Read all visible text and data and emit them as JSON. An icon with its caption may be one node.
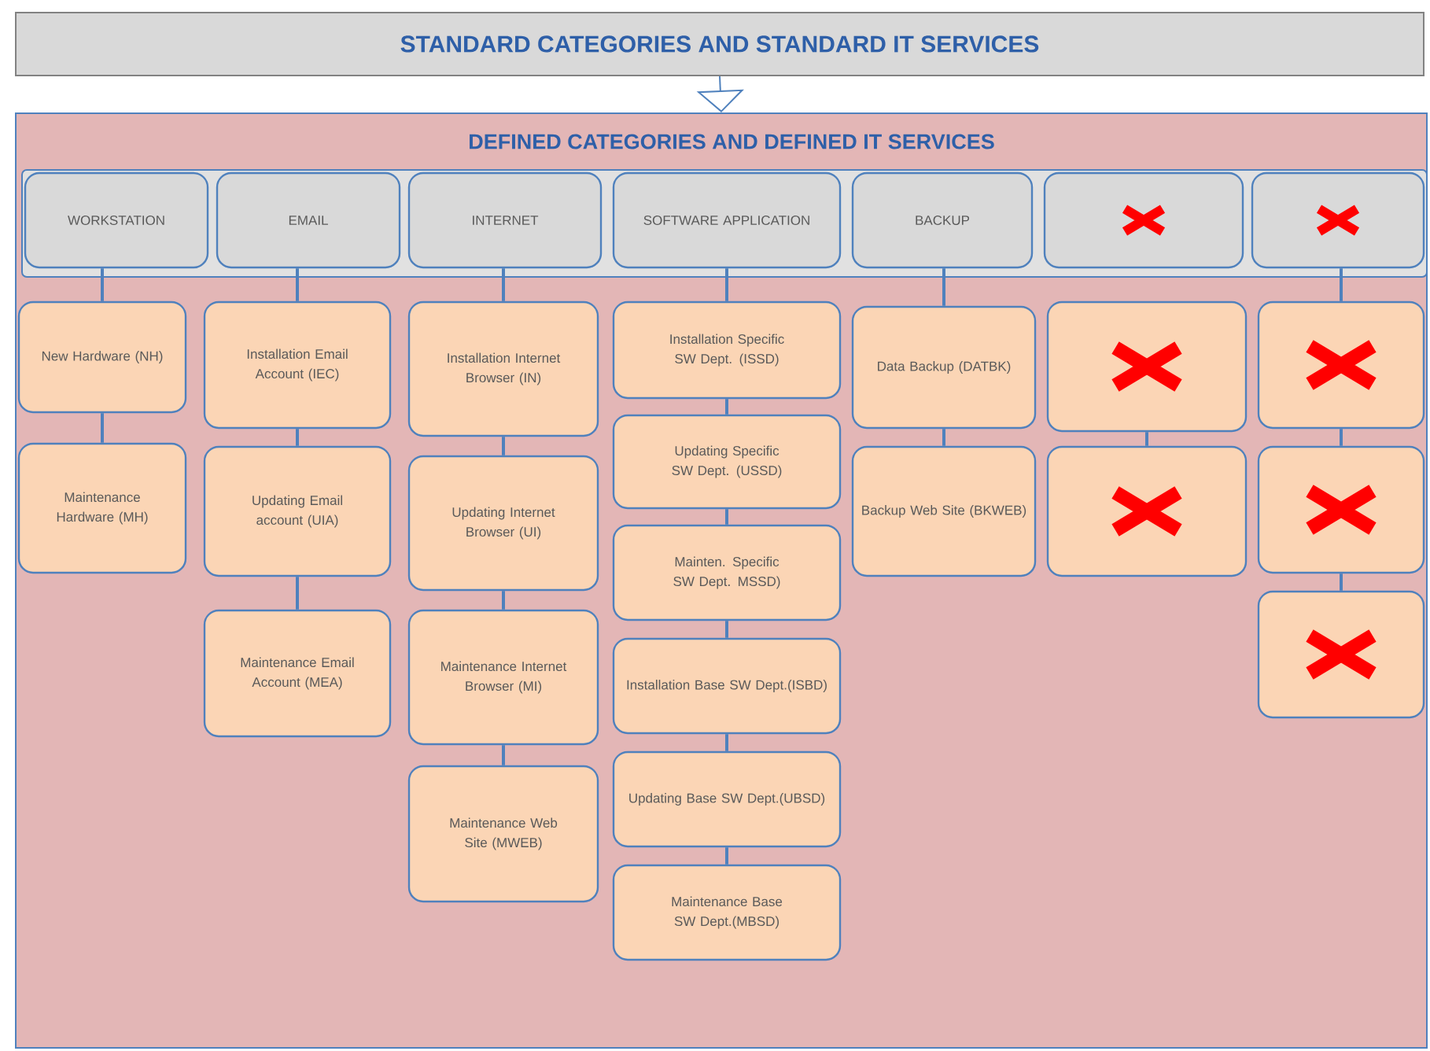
{
  "diagram": {
    "nodes": [
      {
        "text": [
          "STANDARD CATEGORIES AND STANDARD IT SERVICES"
        ]
      },
      {
        "text": [
          "DEFINED CATEGORIES AND DEFINED IT SERVICES"
        ]
      },
      {
        "text": [],
        "shape": "box",
        "in": 1
      },
      {
        "text": [
          "WORKSTATION"
        ],
        "in": 2
      },
      {
        "text": [
          "EMAIL"
        ],
        "in": 2
      },
      {
        "text": [
          "INTERNET"
        ],
        "in": 2
      },
      {
        "text": [
          "SOFTWARE APPLICATION"
        ],
        "in": 2
      },
      {
        "text": [
          "BACKUP"
        ],
        "in": 2
      },
      {
        "text": [],
        "shape": "box",
        "in": 2
      },
      {
        "text": [],
        "shape": "box",
        "in": 2
      },
      {
        "text": [
          "New Hardware (NH)"
        ],
        "in": 1
      },
      {
        "text": [
          "Maintenance Hardware (MH)"
        ],
        "in": 1
      },
      {
        "text": [
          "Installation Email Account (IEC)"
        ],
        "in": 1
      },
      {
        "text": [
          "Updating Email account (UIA)"
        ],
        "in": 1
      },
      {
        "text": [
          "Maintenance Email Account (MEA)"
        ],
        "in": 1
      },
      {
        "text": [
          "Installation Internet Browser (IN)"
        ],
        "in": 1
      },
      {
        "text": [
          "Updating Internet Browser (UI)"
        ],
        "in": 1
      },
      {
        "text": [
          "Maintenance Internet Browser (MI)"
        ],
        "in": 1
      },
      {
        "text": [
          "Maintenance Web Site (MWEB)"
        ],
        "in": 1
      },
      {
        "text": [
          "Installation Specific SW Dept. (ISSD)"
        ],
        "in": 1
      },
      {
        "text": [
          "Updating Specific SW Dept. (USSD)"
        ],
        "in": 1
      },
      {
        "text": [
          "Mainten. Specific SW Dept. MSSD)"
        ],
        "in": 1
      },
      {
        "text": [
          "Installation Base SW Dept.(ISBD)"
        ],
        "in": 1
      },
      {
        "text": [
          "Updating Base SW Dept.(UBSD)"
        ],
        "in": 1
      },
      {
        "text": [
          "Maintenance Base SW Dept.(MBSD)"
        ],
        "in": 1
      },
      {
        "text": [
          "Data Backup (DATBK)"
        ],
        "in": 1
      },
      {
        "text": [
          "Backup Web Site (BKWEB)"
        ],
        "in": 1
      },
      {
        "text": [],
        "shape": "box",
        "in": 1
      },
      {
        "text": [],
        "shape": "box",
        "in": 1
      },
      {
        "text": [],
        "shape": "box",
        "in": 1
      },
      {
        "text": [],
        "shape": "box",
        "in": 1
      },
      {
        "text": [],
        "shape": "box",
        "in": 1
      }
    ],
    "edges": [
      {
        "from": 0,
        "to": 1,
        "arrow": "to"
      },
      {
        "from": 3,
        "to": 10,
        "arrow": "none"
      },
      {
        "from": 10,
        "to": 11,
        "arrow": "none"
      },
      {
        "from": 4,
        "to": 12,
        "arrow": "none"
      },
      {
        "from": 12,
        "to": 13,
        "arrow": "none"
      },
      {
        "from": 13,
        "to": 14,
        "arrow": "none"
      },
      {
        "from": 5,
        "to": 15,
        "arrow": "none"
      },
      {
        "from": 15,
        "to": 16,
        "arrow": "none"
      },
      {
        "from": 16,
        "to": 17,
        "arrow": "none"
      },
      {
        "from": 17,
        "to": 18,
        "arrow": "none"
      },
      {
        "from": 6,
        "to": 19,
        "arrow": "none"
      },
      {
        "from": 19,
        "to": 20,
        "arrow": "none"
      },
      {
        "from": 20,
        "to": 21,
        "arrow": "none"
      },
      {
        "from": 21,
        "to": 22,
        "arrow": "none"
      },
      {
        "from": 22,
        "to": 23,
        "arrow": "none"
      },
      {
        "from": 23,
        "to": 24,
        "arrow": "none"
      },
      {
        "from": 7,
        "to": 25,
        "arrow": "none"
      },
      {
        "from": 25,
        "to": 26,
        "arrow": "none"
      },
      {
        "from": 27,
        "to": 28,
        "arrow": "none"
      },
      {
        "from": 9,
        "to": 29,
        "arrow": "none"
      },
      {
        "from": 29,
        "to": 30,
        "arrow": "none"
      },
      {
        "from": 30,
        "to": 31,
        "arrow": "none"
      }
    ]
  }
}
